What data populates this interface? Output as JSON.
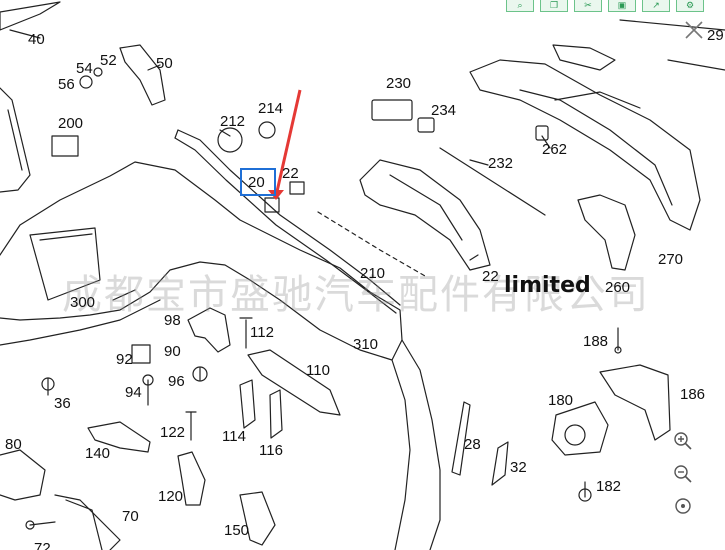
{
  "toolbar": {
    "icons": [
      "search-icon",
      "copy-icon",
      "crop-icon",
      "save-icon",
      "open-icon",
      "settings-icon"
    ]
  },
  "viewer": {
    "close_icon": "close-icon",
    "zoom_in_icon": "zoom-in-icon",
    "zoom_out_icon": "zoom-out-icon",
    "reset_icon": "reset-view-icon"
  },
  "diagram": {
    "watermark": "成都宝市盛驰汽车配件有限公司",
    "overlay_text": "limited",
    "highlighted_part": "20",
    "callouts": [
      "40",
      "54",
      "52",
      "50",
      "56",
      "200",
      "212",
      "214",
      "230",
      "234",
      "232",
      "262",
      "20",
      "22",
      "210",
      "22",
      "270",
      "260",
      "300",
      "98",
      "112",
      "310",
      "110",
      "92",
      "90",
      "96",
      "94",
      "36",
      "188",
      "186",
      "180",
      "122",
      "114",
      "116",
      "28",
      "32",
      "140",
      "80",
      "120",
      "182",
      "70",
      "150",
      "72",
      "29"
    ]
  },
  "colors": {
    "highlight": "#1f6fd6",
    "arrow": "#e53935",
    "toolbar_accent": "#2b9a55"
  }
}
